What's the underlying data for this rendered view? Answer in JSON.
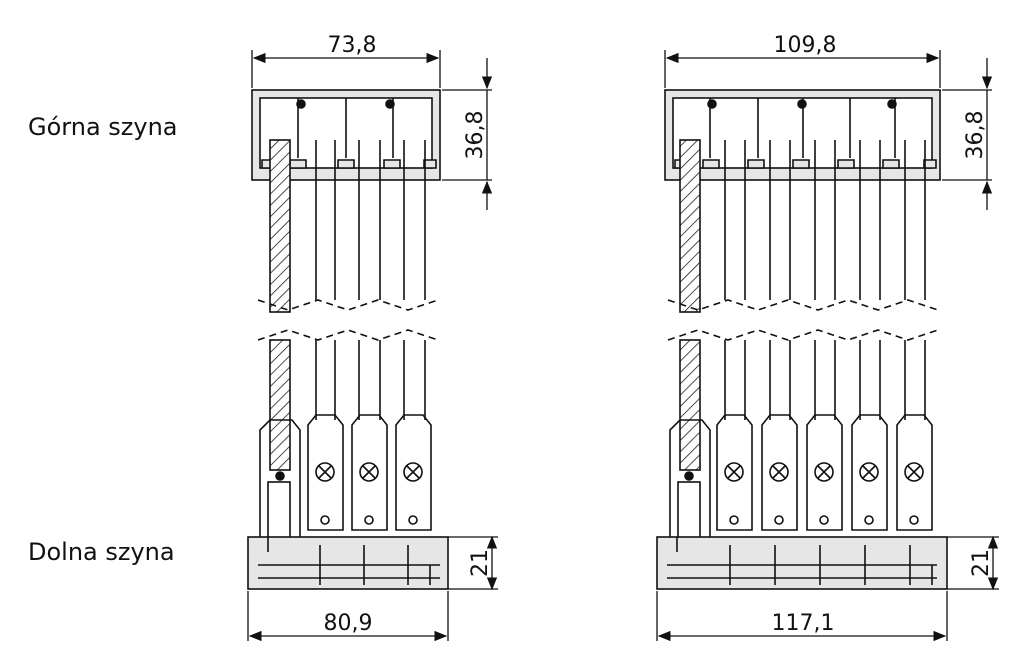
{
  "labels": {
    "top_rail": "Górna szyna",
    "bottom_rail": "Dolna szyna"
  },
  "left_system": {
    "top_width": "73,8",
    "top_height": "36,8",
    "bottom_width": "80,9",
    "bottom_height": "21"
  },
  "right_system": {
    "top_width": "109,8",
    "top_height": "36,8",
    "bottom_width": "117,1",
    "bottom_height": "21"
  },
  "colors": {
    "line": "#111111",
    "fill": "#e6e6e6",
    "panel": "#ffffff"
  }
}
